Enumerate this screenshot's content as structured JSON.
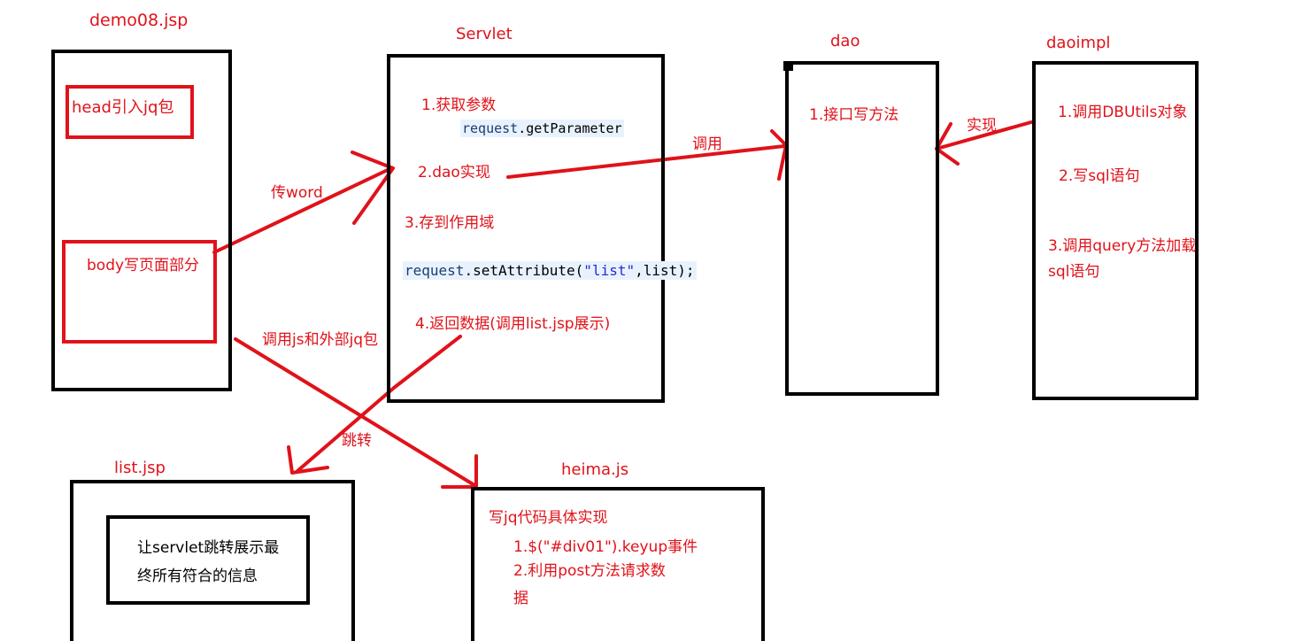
{
  "colors": {
    "annotation": "#e0121a",
    "box_border": "#000000"
  },
  "nodes": {
    "demo08": {
      "title": "demo08.jsp",
      "head": "head引入jq包",
      "body": "body写页面部分"
    },
    "servlet": {
      "title": "Servlet",
      "step1": "1.获取参数",
      "code1_obj": "request",
      "code1_method": ".getParameter",
      "step2": "2.dao实现",
      "step3": "3.存到作用域",
      "code2_obj": "request",
      "code2_method": ".setAttribute(",
      "code2_str": "\"list\"",
      "code2_rest": ",list);",
      "step4": "4.返回数据(调用list.jsp展示)"
    },
    "dao": {
      "title": "dao",
      "step1": "1.接口写方法"
    },
    "daoimpl": {
      "title": "daoimpl",
      "step1": "1.调用DBUtils对象",
      "step2": "2.写sql语句",
      "step3_line1": "3.调用query方法加载",
      "step3_line2": "sql语句"
    },
    "list": {
      "title": "list.jsp",
      "inner_line1": "让servlet跳转展示最",
      "inner_line2": "终所有符合的信息"
    },
    "heima": {
      "title": "heima.js",
      "heading": "写jq代码具体实现",
      "step1": "1.$(\"#div01\").keyup事件",
      "step2_line1": "2.利用post方法请求数",
      "step2_line2": "据"
    }
  },
  "edges": {
    "pass_word": "传word",
    "call": "调用",
    "implement": "实现",
    "call_js": "调用js和外部jq包",
    "jump": "跳转"
  }
}
